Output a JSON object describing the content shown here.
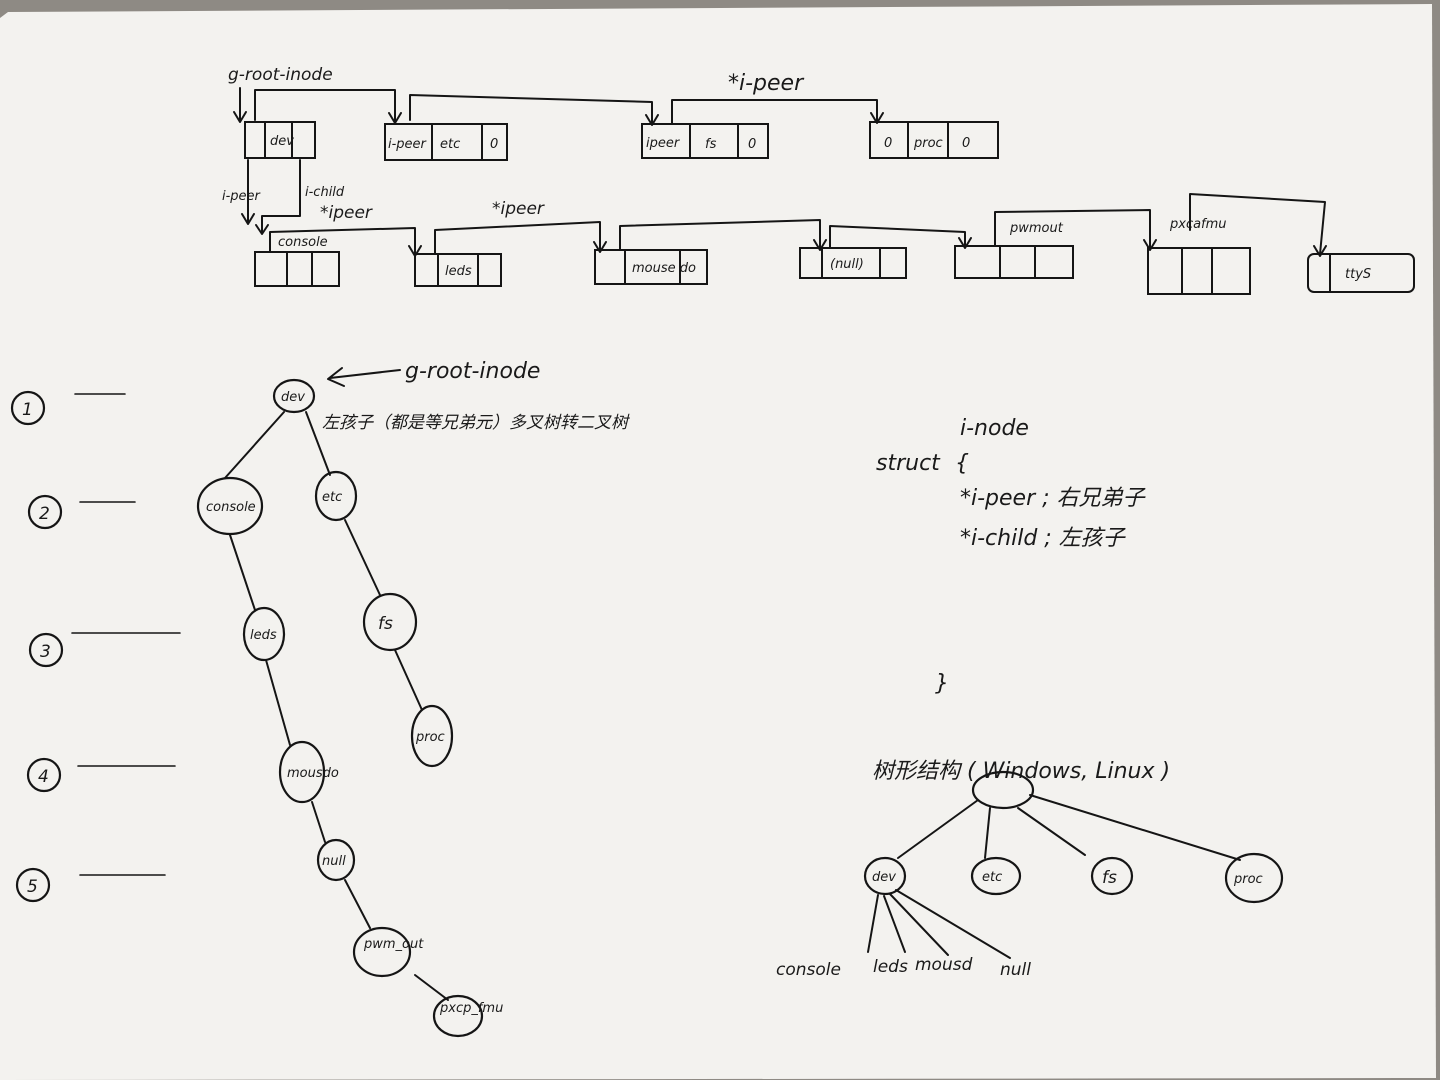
{
  "top": {
    "root_label": "g-root-inode",
    "peer_label": "*i-peer",
    "nodes_row1": [
      {
        "key": "dev",
        "label": "dev",
        "cells": [
          "",
          "dev",
          ""
        ]
      },
      {
        "key": "etc",
        "label": "etc",
        "cells": [
          "i-peer",
          "etc",
          "0"
        ]
      },
      {
        "key": "fs",
        "label": "fs",
        "cells": [
          "ipeer",
          "fs",
          "0"
        ]
      },
      {
        "key": "proc",
        "label": "proc",
        "cells": [
          "0",
          "proc",
          "0"
        ]
      }
    ],
    "side_labels": {
      "peer": "i-peer",
      "child": "i-child"
    },
    "row2_peer_labels": [
      "*ipeer",
      "*ipeer"
    ],
    "nodes_row2": [
      {
        "key": "console",
        "label": "console"
      },
      {
        "key": "leds",
        "label": "leds"
      },
      {
        "key": "mousedo",
        "label": "mouse do"
      },
      {
        "key": "null",
        "label": "(null)"
      },
      {
        "key": "pwmout",
        "label": "pwmout"
      },
      {
        "key": "pxcafmu",
        "label": "pxcafmu"
      },
      {
        "key": "ttyS",
        "label": "ttyS"
      }
    ]
  },
  "tree": {
    "root_pointer_label": "g-root-inode",
    "note": "左孩子（都是等兄弟元）多叉树转二叉树",
    "levels": [
      "1",
      "2",
      "3",
      "4",
      "5"
    ],
    "nodes": [
      {
        "key": "dev",
        "label": "dev"
      },
      {
        "key": "console",
        "label": "console"
      },
      {
        "key": "etc",
        "label": "etc"
      },
      {
        "key": "leds",
        "label": "leds"
      },
      {
        "key": "fs",
        "label": "fs"
      },
      {
        "key": "proc",
        "label": "proc"
      },
      {
        "key": "mousedo",
        "label": "mousdo"
      },
      {
        "key": "null",
        "label": "null"
      },
      {
        "key": "pwmout",
        "label": "pwm_out"
      },
      {
        "key": "pxcafmu",
        "label": "pxcp_fmu"
      }
    ]
  },
  "struct": {
    "title": "i-node",
    "keyword": "struct",
    "brace_open": "{",
    "fields": [
      "*i-peer ; 右兄弟子",
      "*i-child ; 左孩子"
    ],
    "brace_close": "}"
  },
  "fs_tree": {
    "label": "树形结构 ( Windows, Linux )",
    "children": [
      "dev",
      "etc",
      "fs",
      "proc"
    ],
    "dev_children": [
      "console",
      "leds",
      "mousd",
      "null"
    ]
  }
}
